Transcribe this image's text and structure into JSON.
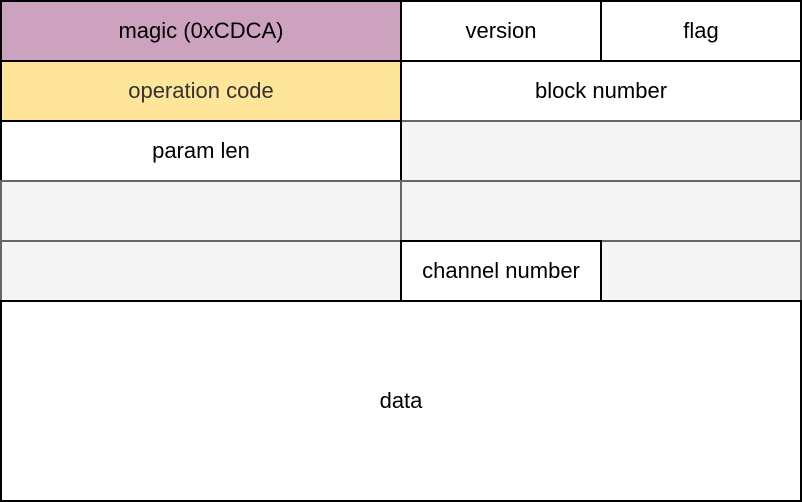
{
  "fields": {
    "magic": "magic (0xCDCA)",
    "version": "version",
    "flag": "flag",
    "operation_code": "operation code",
    "block_number": "block number",
    "param_len": "param len",
    "channel_number": "channel number",
    "data": "data"
  },
  "colors": {
    "magic_fill": "#CDA2BE",
    "operation_code_fill": "#FFE599",
    "empty_fill": "#F5F5F5",
    "white_fill": "#FFFFFF",
    "operation_code_text": "#333333"
  }
}
